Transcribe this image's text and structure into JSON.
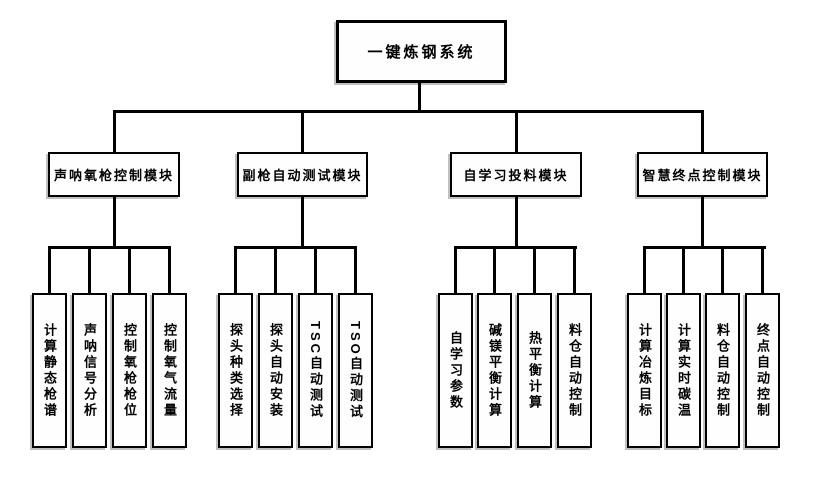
{
  "diagram": {
    "title": "一键炼钢系统",
    "modules": [
      {
        "label": "声呐氧枪控制模块",
        "children": [
          "计算静态枪谱",
          "声呐信号分析",
          "控制氧枪枪位",
          "控制氧气流量"
        ]
      },
      {
        "label": "副枪自动测试模块",
        "children": [
          "探头种类选择",
          "探头自动安装",
          "TSC自动测试",
          "TSO自动测试"
        ]
      },
      {
        "label": "自学习投料模块",
        "children": [
          "自学习参数",
          "碱镁平衡计算",
          "热平衡计算",
          "料仓自动控制"
        ]
      },
      {
        "label": "智慧终点控制模块",
        "children": [
          "计算冶炼目标",
          "计算实时碳温",
          "料仓自动控制",
          "终点自动控制"
        ]
      }
    ]
  },
  "colors": {
    "line": "#000000",
    "box_border": "#000000",
    "box_background": "#fefefe",
    "page_background": "#ffffff",
    "shadow": "#8c8c8c"
  }
}
